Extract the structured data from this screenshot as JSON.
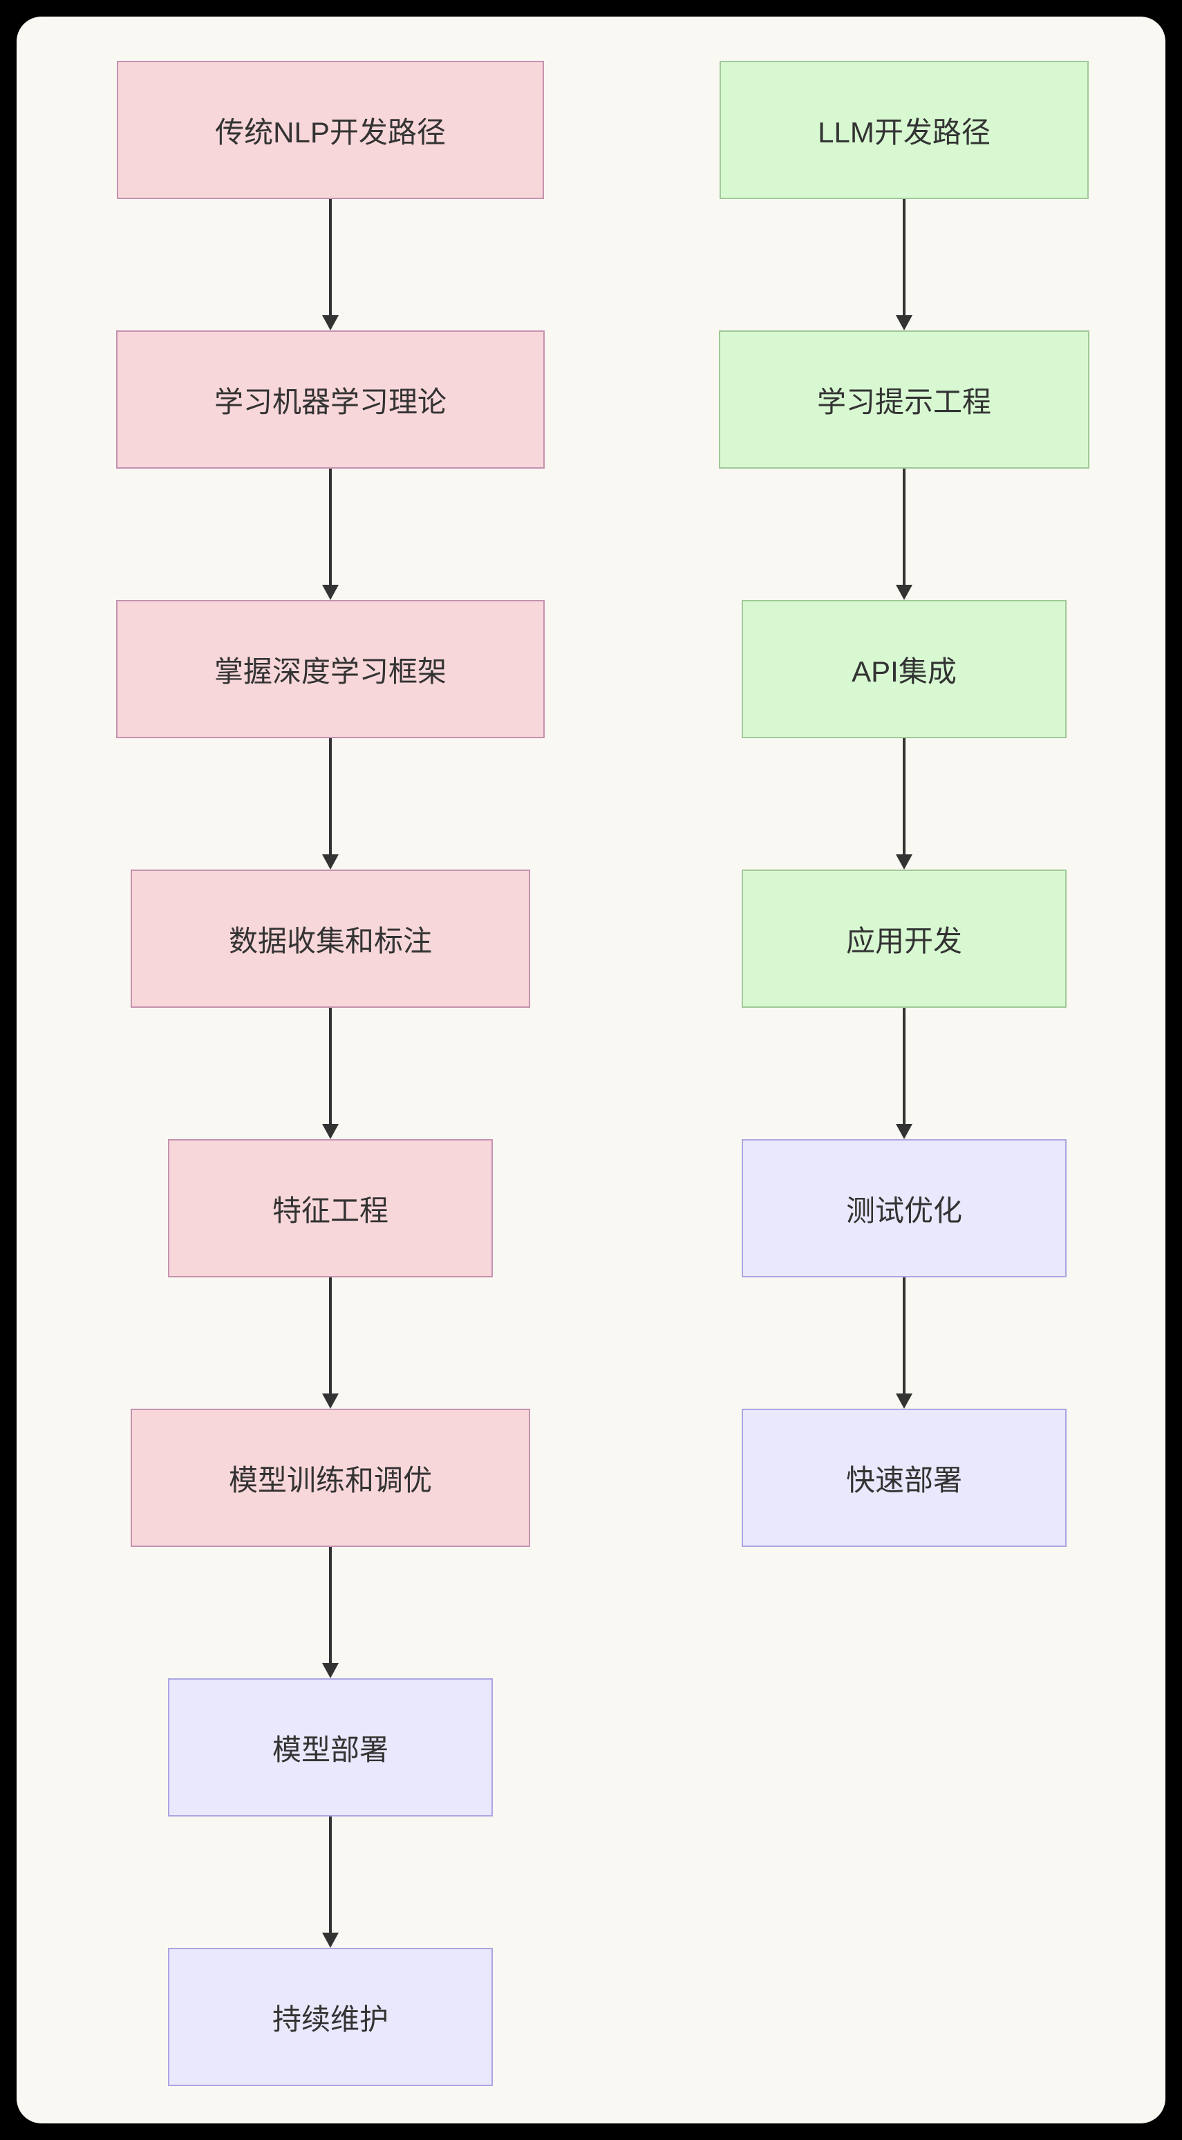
{
  "diagram": {
    "type": "flowchart",
    "colors": {
      "canvas_bg": "#faf8f3",
      "page_bg": "#000000",
      "text": "#333333",
      "arrow": "#333333",
      "pink_fill": "#f8d7da",
      "pink_stroke": "#c592b0",
      "green_fill": "#d8f8d2",
      "green_stroke": "#a0c998",
      "lavender_fill": "#e9e8fc",
      "lavender_stroke": "#aba5e3"
    },
    "columns": [
      {
        "name": "traditional-nlp-path",
        "nodes": [
          {
            "label": "传统NLP开发路径",
            "type": "pink"
          },
          {
            "label": "学习机器学习理论",
            "type": "pink"
          },
          {
            "label": "掌握深度学习框架",
            "type": "pink"
          },
          {
            "label": "数据收集和标注",
            "type": "pink"
          },
          {
            "label": "特征工程",
            "type": "pink"
          },
          {
            "label": "模型训练和调优",
            "type": "pink"
          },
          {
            "label": "模型部署",
            "type": "lavender"
          },
          {
            "label": "持续维护",
            "type": "lavender"
          }
        ]
      },
      {
        "name": "llm-path",
        "nodes": [
          {
            "label": "LLM开发路径",
            "type": "green"
          },
          {
            "label": "学习提示工程",
            "type": "green"
          },
          {
            "label": "API集成",
            "type": "green"
          },
          {
            "label": "应用开发",
            "type": "green"
          },
          {
            "label": "测试优化",
            "type": "lavender"
          },
          {
            "label": "快速部署",
            "type": "lavender"
          }
        ]
      }
    ]
  }
}
